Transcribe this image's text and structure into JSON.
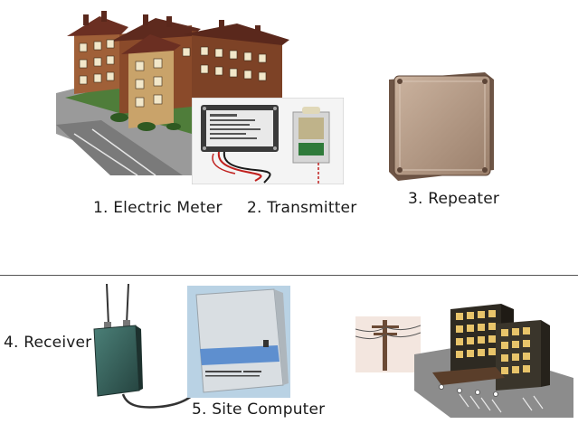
{
  "labels": {
    "electric_meter": "1. Electric Meter",
    "transmitter": "2. Transmitter",
    "repeater": "3. Repeater",
    "receiver": "4. Receiver",
    "site_computer": "5. Site Computer"
  },
  "colors": {
    "brick": "#8a4a2a",
    "roof": "#6b2f22",
    "grass": "#4f7d3a",
    "road": "#8f8f8f",
    "repeater_box": "#b69a85",
    "receiver_body": "#3f6f6a",
    "computer_panel": "#d9dee2",
    "office_window": "#e8c46a"
  },
  "icons": {
    "apartment": "apartment-building-icon",
    "meter": "electric-meter-board-icon",
    "repeater": "repeater-box-icon",
    "receiver": "receiver-antenna-icon",
    "computer": "site-computer-icon",
    "office": "office-building-icon",
    "pole": "utility-pole-icon"
  }
}
